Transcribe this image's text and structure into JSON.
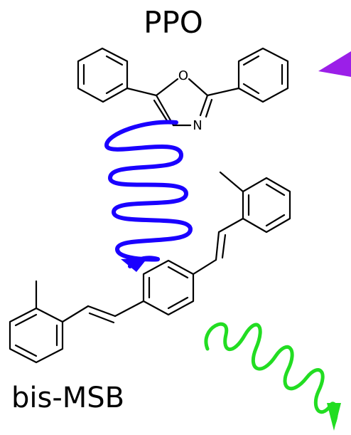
{
  "labels": {
    "ppo": "PPO",
    "bis_msb": "bis-MSB",
    "oxygen": "O",
    "nitrogen": "N"
  },
  "colors": {
    "blue_wave": "#1a00ff",
    "green_wave": "#22dd22",
    "purple_arrow": "#9b1fe8",
    "bonds": "#000000"
  }
}
